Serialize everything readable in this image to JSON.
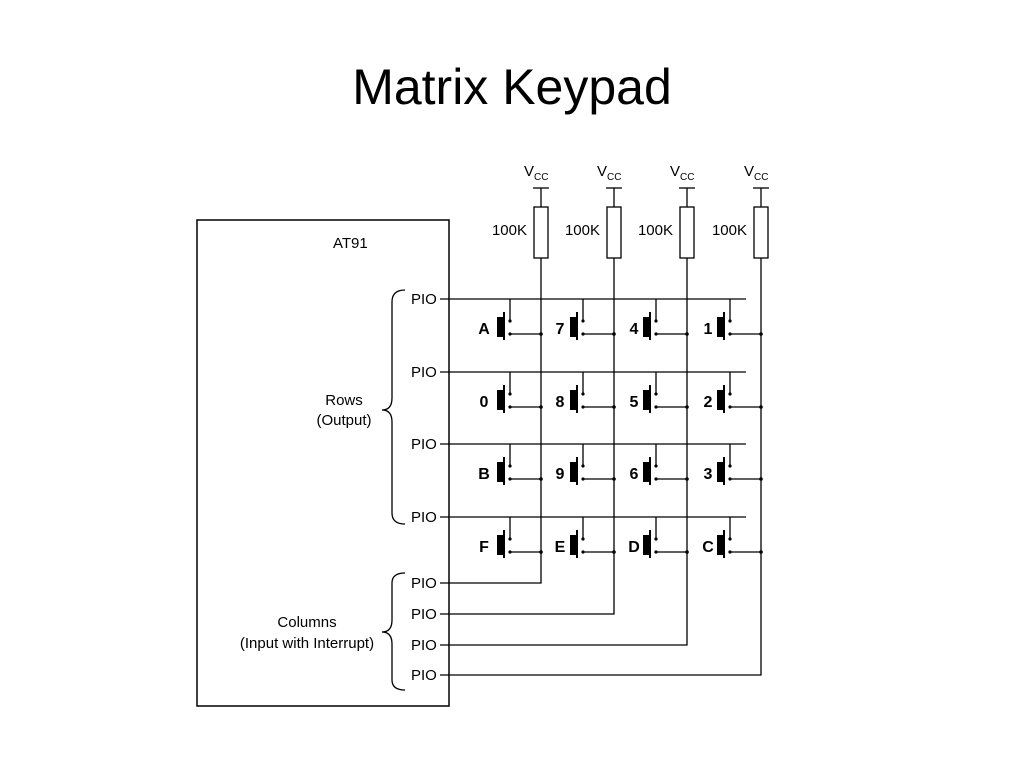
{
  "title": "Matrix Keypad",
  "mcu": {
    "name": "AT91",
    "rows_label_line1": "Rows",
    "rows_label_line2": "(Output)",
    "columns_label_line1": "Columns",
    "columns_label_line2": "(Input with Interrupt)",
    "row_pins": [
      "PIO",
      "PIO",
      "PIO",
      "PIO"
    ],
    "column_pins": [
      "PIO",
      "PIO",
      "PIO",
      "PIO"
    ]
  },
  "supply": {
    "symbol": "V",
    "subscript": "CC"
  },
  "resistors": [
    "100K",
    "100K",
    "100K",
    "100K"
  ],
  "keys": [
    [
      "A",
      "7",
      "4",
      "1"
    ],
    [
      "0",
      "8",
      "5",
      "2"
    ],
    [
      "B",
      "9",
      "6",
      "3"
    ],
    [
      "F",
      "E",
      "D",
      "C"
    ]
  ]
}
